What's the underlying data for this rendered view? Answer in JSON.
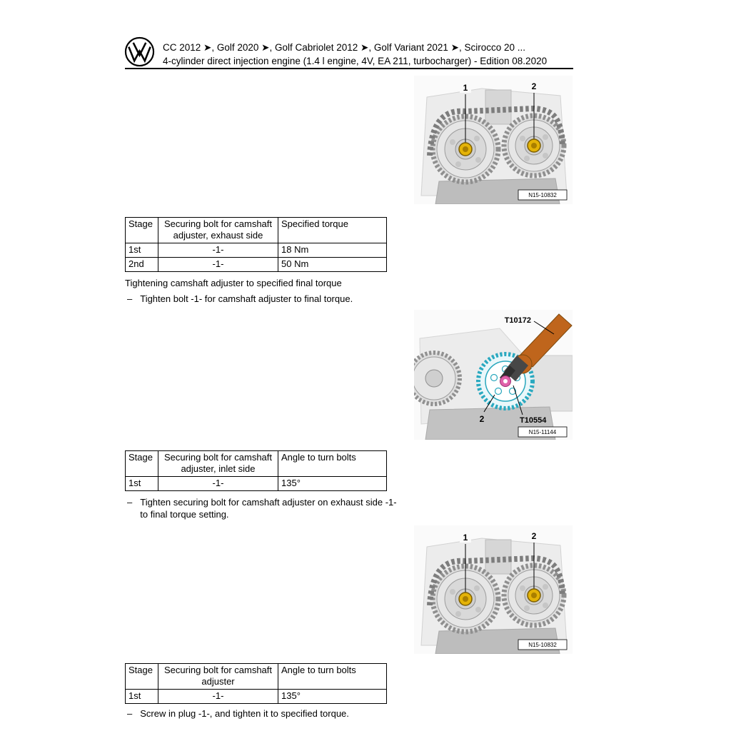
{
  "header": {
    "models_line": "CC 2012 ➤, Golf 2020 ➤, Golf Cabriolet 2012 ➤, Golf Variant 2021 ➤, Scirocco 20 ...",
    "engine_line": "4-cylinder direct injection engine (1.4 l engine, 4V, EA 211, turbocharger) - Edition 08.2020"
  },
  "body": {
    "heading_final_torque": "Tightening camshaft adjuster to specified final torque",
    "dash": "–",
    "bullets": [
      "Tighten bolt -1- for camshaft adjuster to final torque.",
      "Tighten securing bolt for camshaft adjuster on exhaust side -1- to final torque setting.",
      "Screw in plug -1-, and tighten it to specified torque."
    ]
  },
  "tables": [
    {
      "headers": [
        "Stage",
        "Securing bolt for camshaft adjuster, exhaust side",
        "Specified torque"
      ],
      "rows": [
        [
          "1st",
          "-1-",
          "18 Nm"
        ],
        [
          "2nd",
          "-1-",
          "50 Nm"
        ]
      ]
    },
    {
      "headers": [
        "Stage",
        "Securing bolt for camshaft adjuster, inlet side",
        "Angle to turn bolts"
      ],
      "rows": [
        [
          "1st",
          "-1-",
          "135°"
        ]
      ]
    },
    {
      "headers": [
        "Stage",
        "Securing bolt for camshaft adjuster",
        "Angle to turn bolts"
      ],
      "rows": [
        [
          "1st",
          "-1-",
          "135°"
        ]
      ]
    }
  ],
  "figures": [
    {
      "callout1": "1",
      "callout2": "2",
      "ref": "N15-10832"
    },
    {
      "tool_top": "T10172",
      "callout2": "2",
      "tool_bottom": "T10554",
      "ref": "N15-11144"
    },
    {
      "callout1": "1",
      "callout2": "2",
      "ref": "N15-10832"
    }
  ],
  "colors": {
    "bolt_yellow": "#e4b307",
    "tool_cyan": "#2aa9c0",
    "hub_magenta": "#e061aa",
    "wrench_orange": "#bf651c"
  }
}
